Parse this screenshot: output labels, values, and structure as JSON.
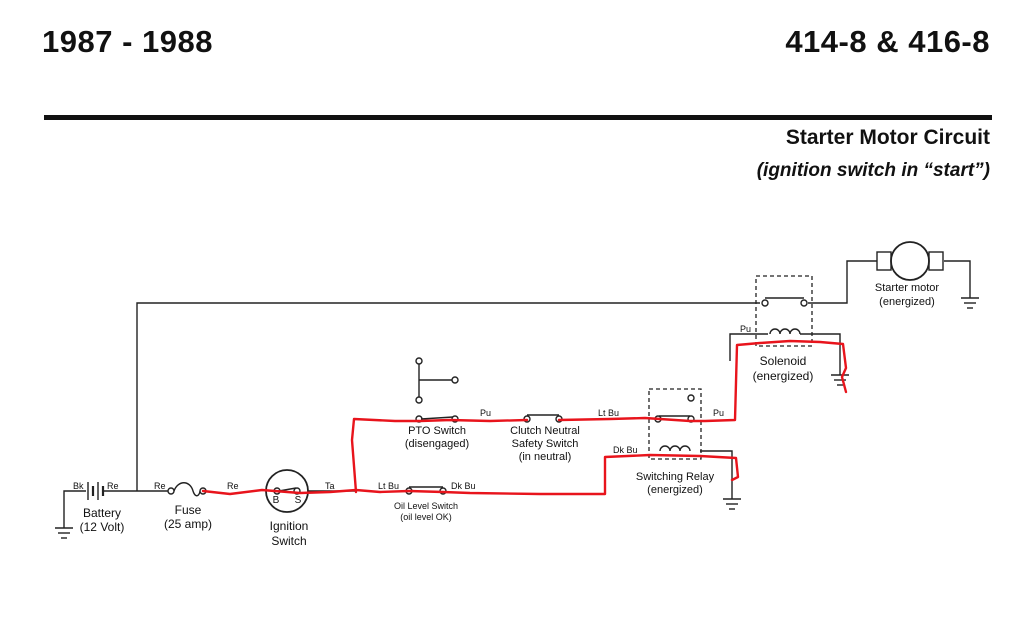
{
  "header": {
    "years": "1987 - 1988",
    "models": "414-8 & 416-8"
  },
  "diagram": {
    "title": "Starter Motor Circuit",
    "subtitle": "(ignition switch in “start”)",
    "highlight_color": "#e8141c",
    "wire_color": "#222222",
    "components": {
      "battery": {
        "label": "Battery",
        "sub": "(12 Volt)"
      },
      "fuse": {
        "label": "Fuse",
        "sub": "(25 amp)"
      },
      "ignition": {
        "label1": "Ignition",
        "label2": "Switch",
        "term_b": "B",
        "term_s": "S"
      },
      "pto": {
        "label": "PTO Switch",
        "sub": "(disengaged)"
      },
      "clutch": {
        "label1": "Clutch Neutral",
        "label2": "Safety Switch",
        "sub": "(in neutral)"
      },
      "oil": {
        "label": "Oil Level Switch",
        "sub": "(oil level OK)"
      },
      "relay": {
        "label": "Switching Relay",
        "sub": "(energized)"
      },
      "solenoid": {
        "label": "Solenoid",
        "sub": "(energized)"
      },
      "starter": {
        "label": "Starter motor",
        "sub": "(energized)"
      }
    },
    "wire_labels": {
      "bk": "Bk",
      "re_batt": "Re",
      "re_fuse_in": "Re",
      "re_fuse_out": "Re",
      "ta": "Ta",
      "lt_bu_oil": "Lt Bu",
      "dk_bu_oil": "Dk Bu",
      "pu_pto": "Pu",
      "lt_bu_clutch": "Lt Bu",
      "pu_relay": "Pu",
      "pu_solenoid": "Pu",
      "dk_bu_relay": "Dk Bu"
    }
  }
}
